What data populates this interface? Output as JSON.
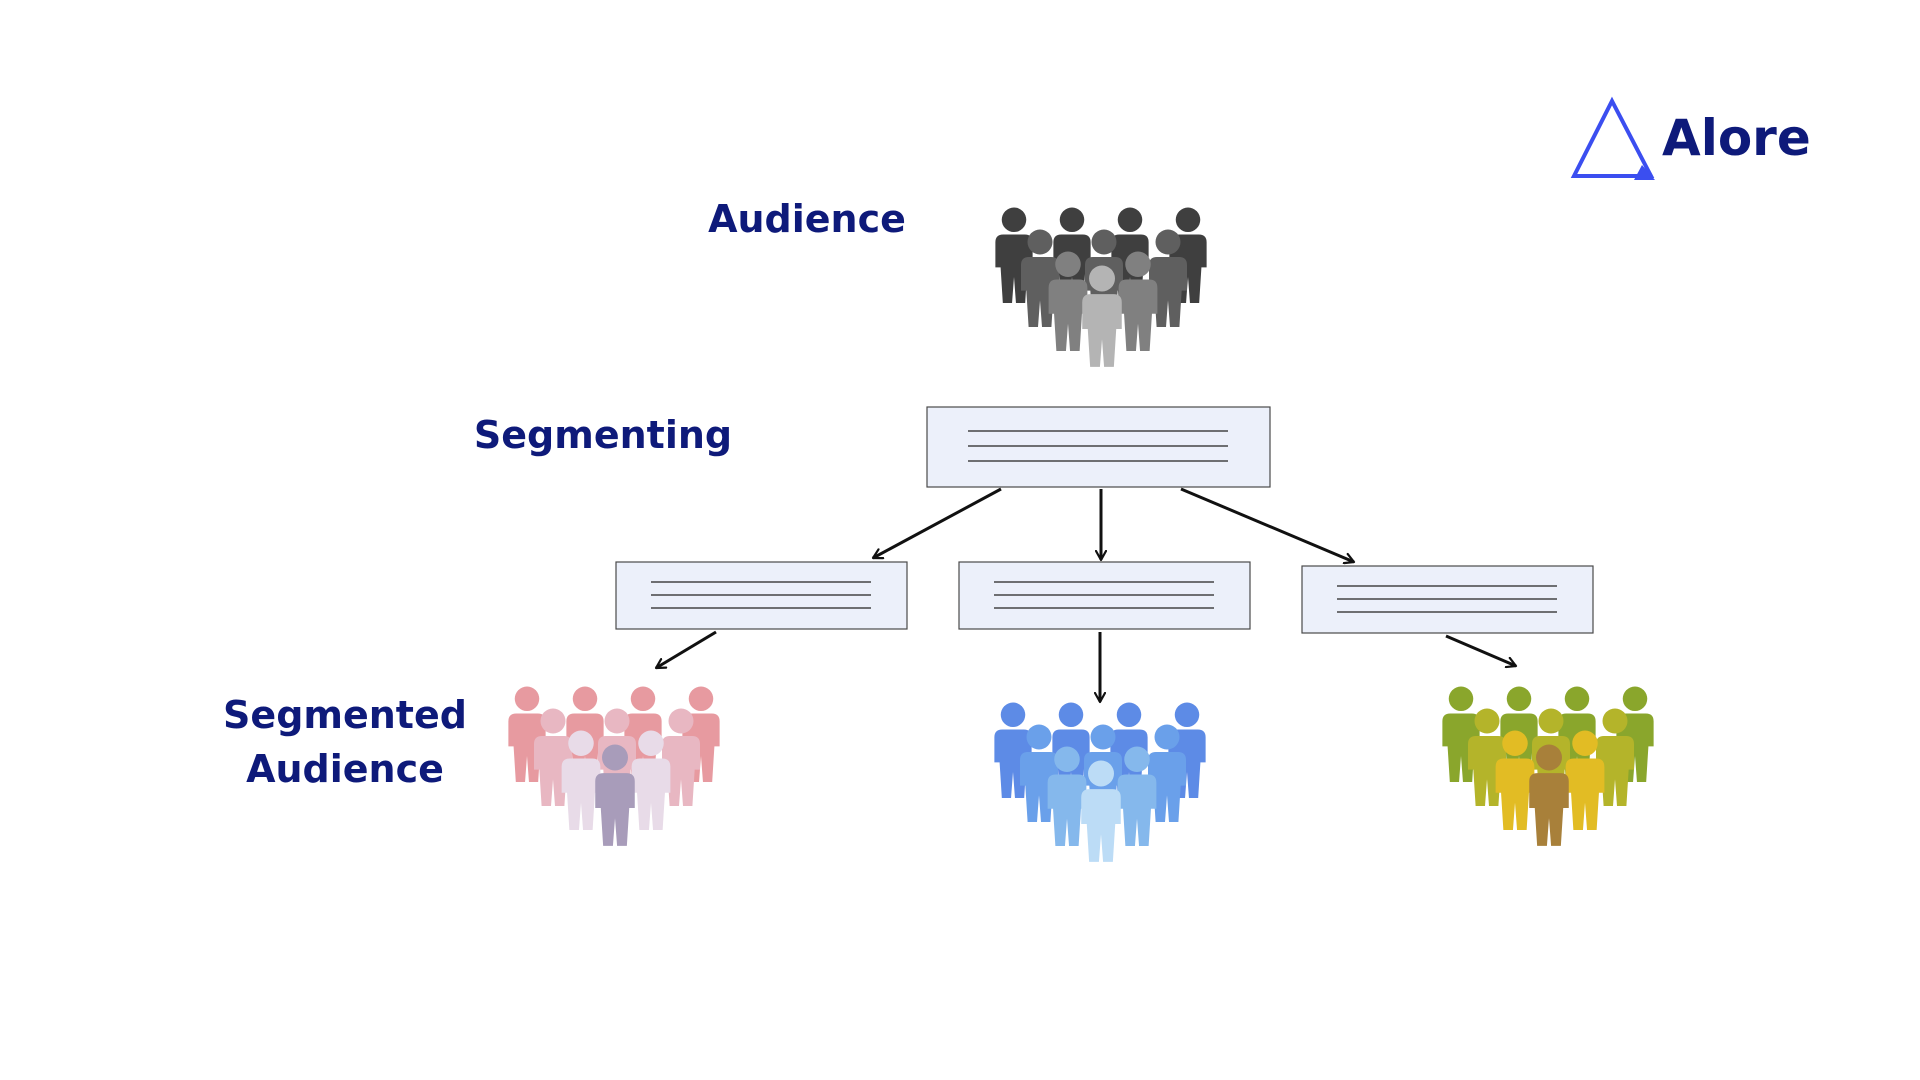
{
  "brand": {
    "name": "Alore",
    "color": "#0e1a7a",
    "icon_color": "#3b4ef0",
    "icon": "triangle-logo-icon"
  },
  "labels": {
    "audience": "Audience",
    "segmenting": "Segmenting",
    "segmented_line1": "Segmented",
    "segmented_line2": "Audience",
    "color": "#0e1a7a"
  },
  "segment_box": {
    "fill": "#ecf0fa",
    "stroke": "#4a4a4a"
  },
  "groups": [
    {
      "id": "audience",
      "icon": "people-group-icon",
      "colors": {
        "back": "#3f3f3f",
        "mid": "#5f5f5f",
        "front": "#808080",
        "center": "#b4b4b4"
      }
    },
    {
      "id": "segment-pink",
      "icon": "people-group-icon",
      "colors": {
        "back": "#e79aa0",
        "mid": "#e8b7c2",
        "front": "#e8dbe8",
        "center": "#a89cba"
      }
    },
    {
      "id": "segment-blue",
      "icon": "people-group-icon",
      "colors": {
        "back": "#5d8be6",
        "mid": "#6aa0ea",
        "front": "#85b8ec",
        "center": "#bcdcf6"
      }
    },
    {
      "id": "segment-olive",
      "icon": "people-group-icon",
      "colors": {
        "back": "#8aa62c",
        "mid": "#b4b42a",
        "front": "#e2bc24",
        "center": "#a8803a"
      }
    }
  ]
}
